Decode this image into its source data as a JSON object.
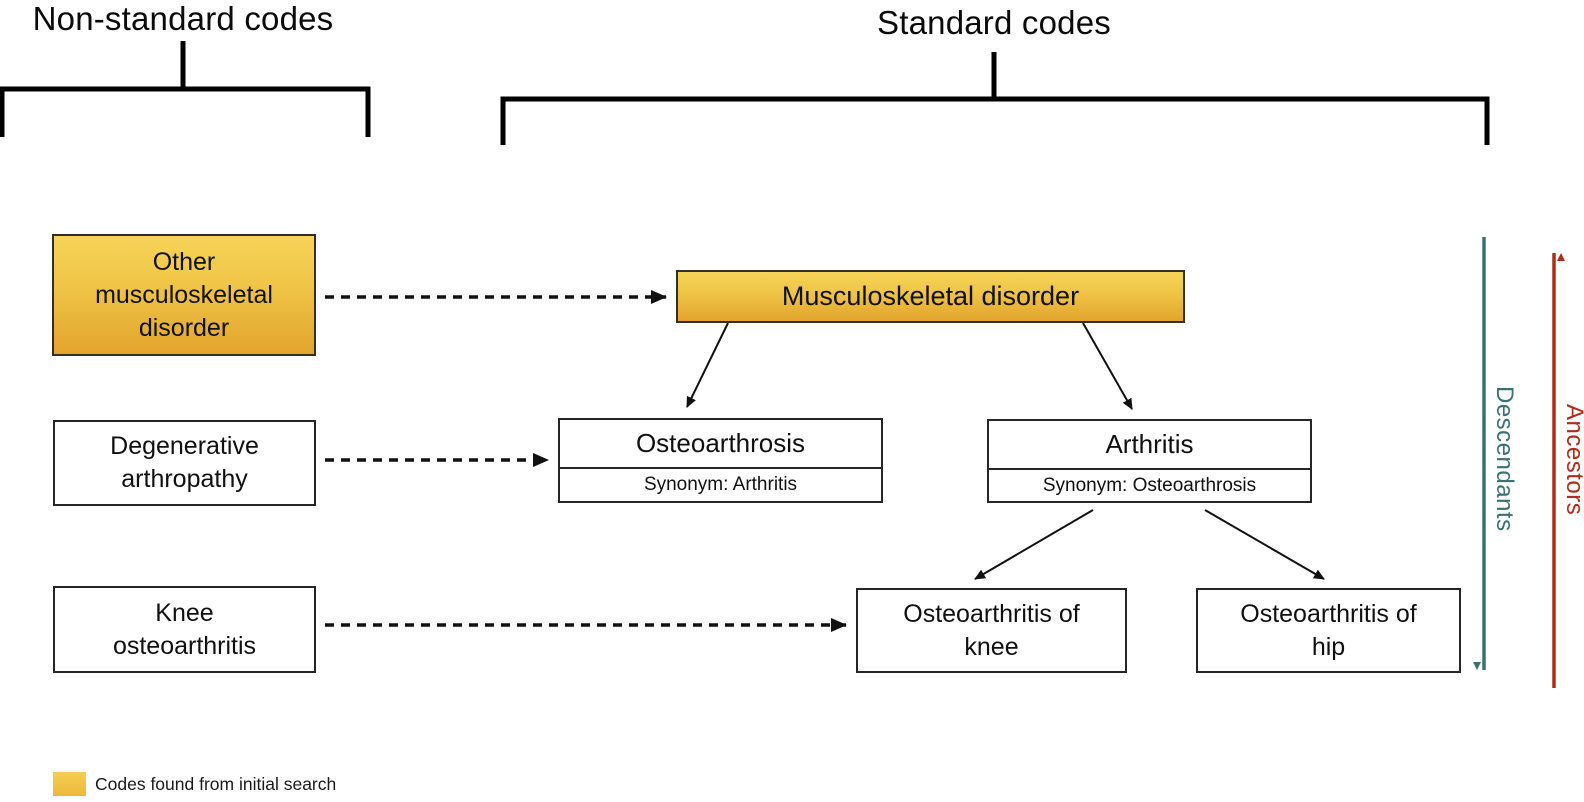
{
  "titles": {
    "non_standard": "Non-standard codes",
    "standard": "Standard codes"
  },
  "non_standard_boxes": [
    {
      "label": "Other musculoskeletal disorder",
      "highlighted": true
    },
    {
      "label": "Degenerative arthropathy",
      "highlighted": false
    },
    {
      "label": "Knee osteoarthritis",
      "highlighted": false
    }
  ],
  "standard_boxes": {
    "root": {
      "label": "Musculoskeletal disorder",
      "highlighted": true
    },
    "level2": [
      {
        "label": "Osteoarthrosis",
        "synonym": "Synonym: Arthritis"
      },
      {
        "label": "Arthritis",
        "synonym": "Synonym: Osteoarthrosis"
      }
    ],
    "level3": [
      {
        "label": "Osteoarthritis of knee"
      },
      {
        "label": "Osteoarthritis of hip"
      }
    ]
  },
  "side_labels": {
    "descendants": "Descendants",
    "ancestors": "Ancestors"
  },
  "legend": {
    "label": "Codes found from initial search"
  },
  "colors": {
    "highlight_gold_top": "#F6D458",
    "highlight_gold_bottom": "#E2A42E",
    "descendants_teal": "#3A7171",
    "ancestors_red": "#B02C1B",
    "line_black": "#111111",
    "box_border": "#262626"
  }
}
